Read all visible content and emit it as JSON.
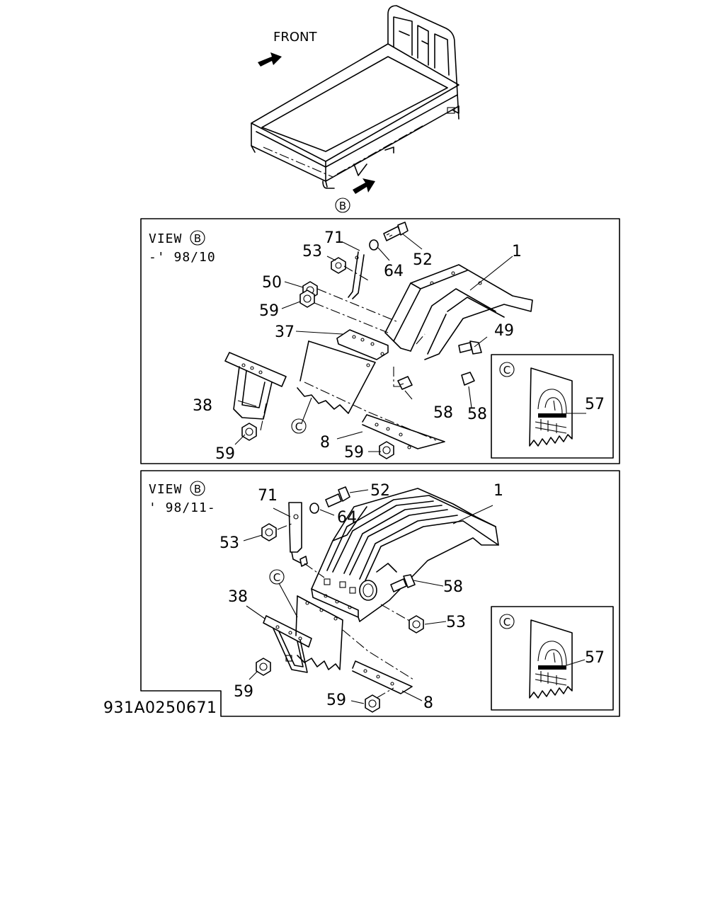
{
  "header": {
    "front_label": "FRONT",
    "view_marker": "B"
  },
  "panel1": {
    "view_label": "VIEW",
    "view_marker": "B",
    "range": "-' 98/10",
    "callouts": [
      "71",
      "53",
      "52",
      "64",
      "1",
      "50",
      "59",
      "37",
      "49",
      "38",
      "58",
      "58",
      "C",
      "8",
      "59",
      "59"
    ],
    "inset_marker": "C",
    "inset_callout": "57"
  },
  "panel2": {
    "view_label": "VIEW",
    "view_marker": "B",
    "range": "' 98/11-",
    "callouts": [
      "52",
      "71",
      "64",
      "1",
      "53",
      "58",
      "C",
      "38",
      "53",
      "59",
      "59",
      "8"
    ],
    "inset_marker": "C",
    "inset_callout": "57"
  },
  "drawing_number": "931A0250671"
}
